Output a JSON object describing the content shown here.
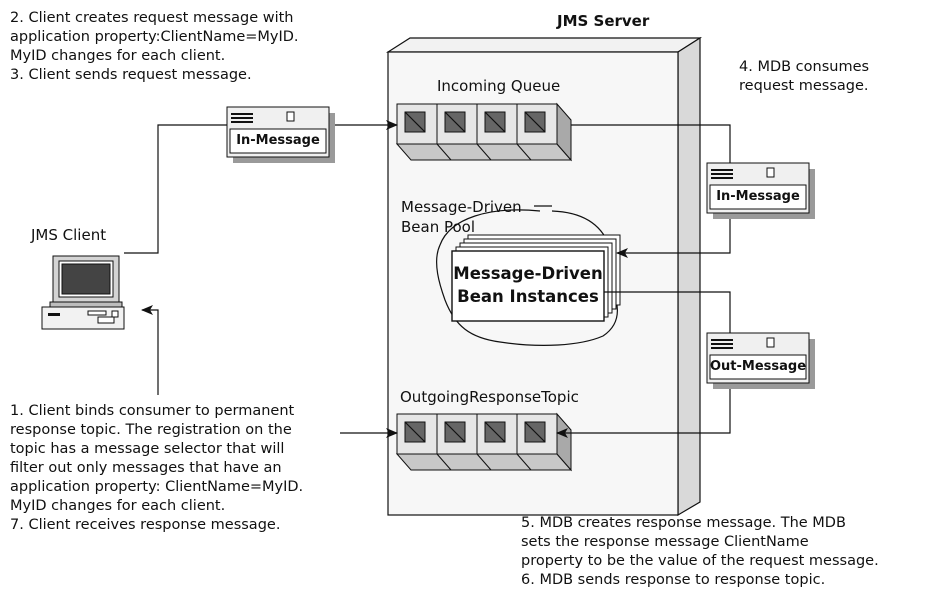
{
  "server": {
    "title": "JMS Server"
  },
  "client": {
    "label": "JMS Client"
  },
  "queues": {
    "incoming": "Incoming Queue",
    "outgoing": "OutgoingResponseTopic"
  },
  "pool": {
    "label": [
      "Message-Driven",
      "Bean Pool"
    ],
    "instances": [
      "Message-Driven",
      "Bean Instances"
    ]
  },
  "messages": {
    "in_left": "In-Message",
    "in_right": "In-Message",
    "out_right": "Out-Message"
  },
  "notes": {
    "step2_3": [
      "2. Client creates request message with",
      "application property:ClientName=MyID.",
      "MyID changes for each client.",
      "3. Client sends request message."
    ],
    "step4": [
      "4. MDB consumes",
      "request message."
    ],
    "step1_7": [
      "1. Client binds consumer to permanent",
      "response topic. The registration on the",
      "topic has a message selector that will",
      "filter out only messages that have an",
      "application property: ClientName=MyID.",
      "MyID changes for each client.",
      "7. Client receives response message."
    ],
    "step5_6": [
      "5. MDB creates response message. The MDB",
      "sets the response message ClientName",
      "property to be the value of the request message.",
      "6. MDB sends response to response topic."
    ]
  },
  "icons": [
    "computer-icon",
    "message-envelope-icon",
    "queue-slot-icon",
    "arrow-icon"
  ]
}
